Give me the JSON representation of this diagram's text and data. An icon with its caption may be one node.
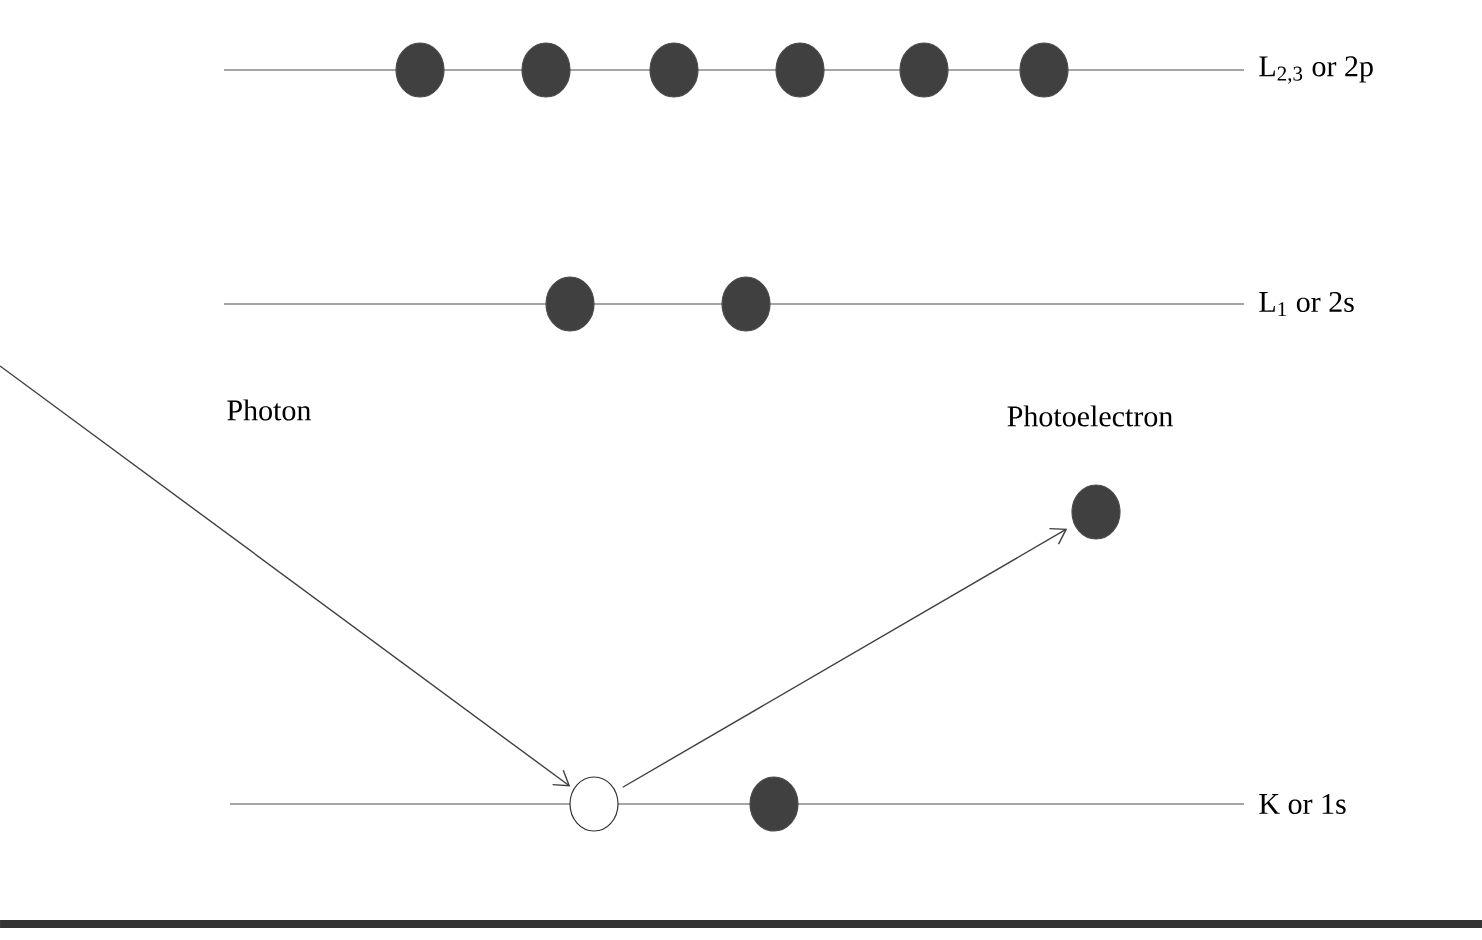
{
  "diagram": {
    "nodes": [
      {
        "text": [],
        "shape": "circle"
      },
      {
        "text": [],
        "shape": "circle"
      },
      {
        "text": [],
        "shape": "circle"
      },
      {
        "text": [],
        "shape": "circle"
      },
      {
        "text": [],
        "shape": "circle"
      },
      {
        "text": [],
        "shape": "circle"
      },
      {
        "text": [],
        "shape": "circle"
      },
      {
        "text": [],
        "shape": "circle"
      },
      {
        "text": [],
        "shape": "circle",
        "beside": [
          "Photoelectron"
        ]
      },
      {
        "text": [],
        "shape": "circle"
      },
      {
        "text": [],
        "shape": "circle"
      }
    ],
    "edges": [
      {
        "from": null,
        "to": 9,
        "arrow": "to",
        "label": "Photon"
      },
      {
        "from": 9,
        "to": 8,
        "arrow": "to"
      }
    ],
    "labels": [
      "L$_{2,3}$ or 2p",
      "L$_{1}$ or 2s",
      "K or 1s"
    ]
  }
}
